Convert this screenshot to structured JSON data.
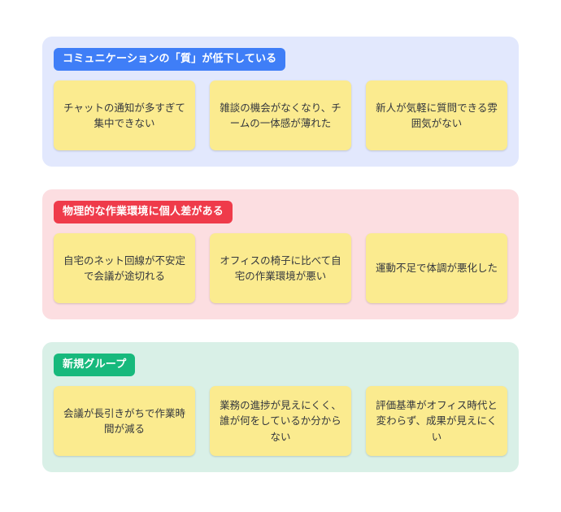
{
  "board": {
    "title": "",
    "colors": {
      "card_background": "#fbeb8f",
      "card_text": "#34373d",
      "canvas": "#ffffff"
    }
  },
  "groups": [
    {
      "id": "group-communication-quality",
      "label": "コミュニケーションの「質」が低下している",
      "badge_color": "#3f7ef7",
      "panel_color": "#e2e8fd",
      "cards": [
        {
          "text": "チャットの通知が多すぎて集中できない"
        },
        {
          "text": "雑談の機会がなくなり、チームの一体感が薄れた"
        },
        {
          "text": "新人が気軽に質問できる雰囲気がない"
        }
      ]
    },
    {
      "id": "group-physical-work-environment",
      "label": "物理的な作業環境に個人差がある",
      "badge_color": "#ef3b4a",
      "panel_color": "#fcdee1",
      "cards": [
        {
          "text": "自宅のネット回線が不安定で会議が途切れる"
        },
        {
          "text": "オフィスの椅子に比べて自宅の作業環境が悪い"
        },
        {
          "text": "運動不足で体調が悪化した"
        }
      ]
    },
    {
      "id": "group-new",
      "label": "新規グループ",
      "badge_color": "#17b97c",
      "panel_color": "#d9f0e7",
      "cards": [
        {
          "text": "会議が長引きがちで作業時間が減る"
        },
        {
          "text": "業務の進捗が見えにくく、誰が何をしているか分からない"
        },
        {
          "text": "評価基準がオフィス時代と変わらず、成果が見えにくい"
        }
      ]
    }
  ]
}
